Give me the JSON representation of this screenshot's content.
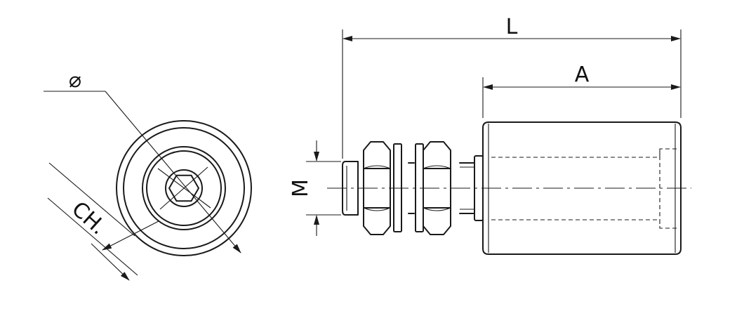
{
  "dimensions": {
    "diameter_symbol": "⌀",
    "across_flats": "CH.",
    "thread": "M",
    "total_length": "L",
    "body_length": "A"
  }
}
